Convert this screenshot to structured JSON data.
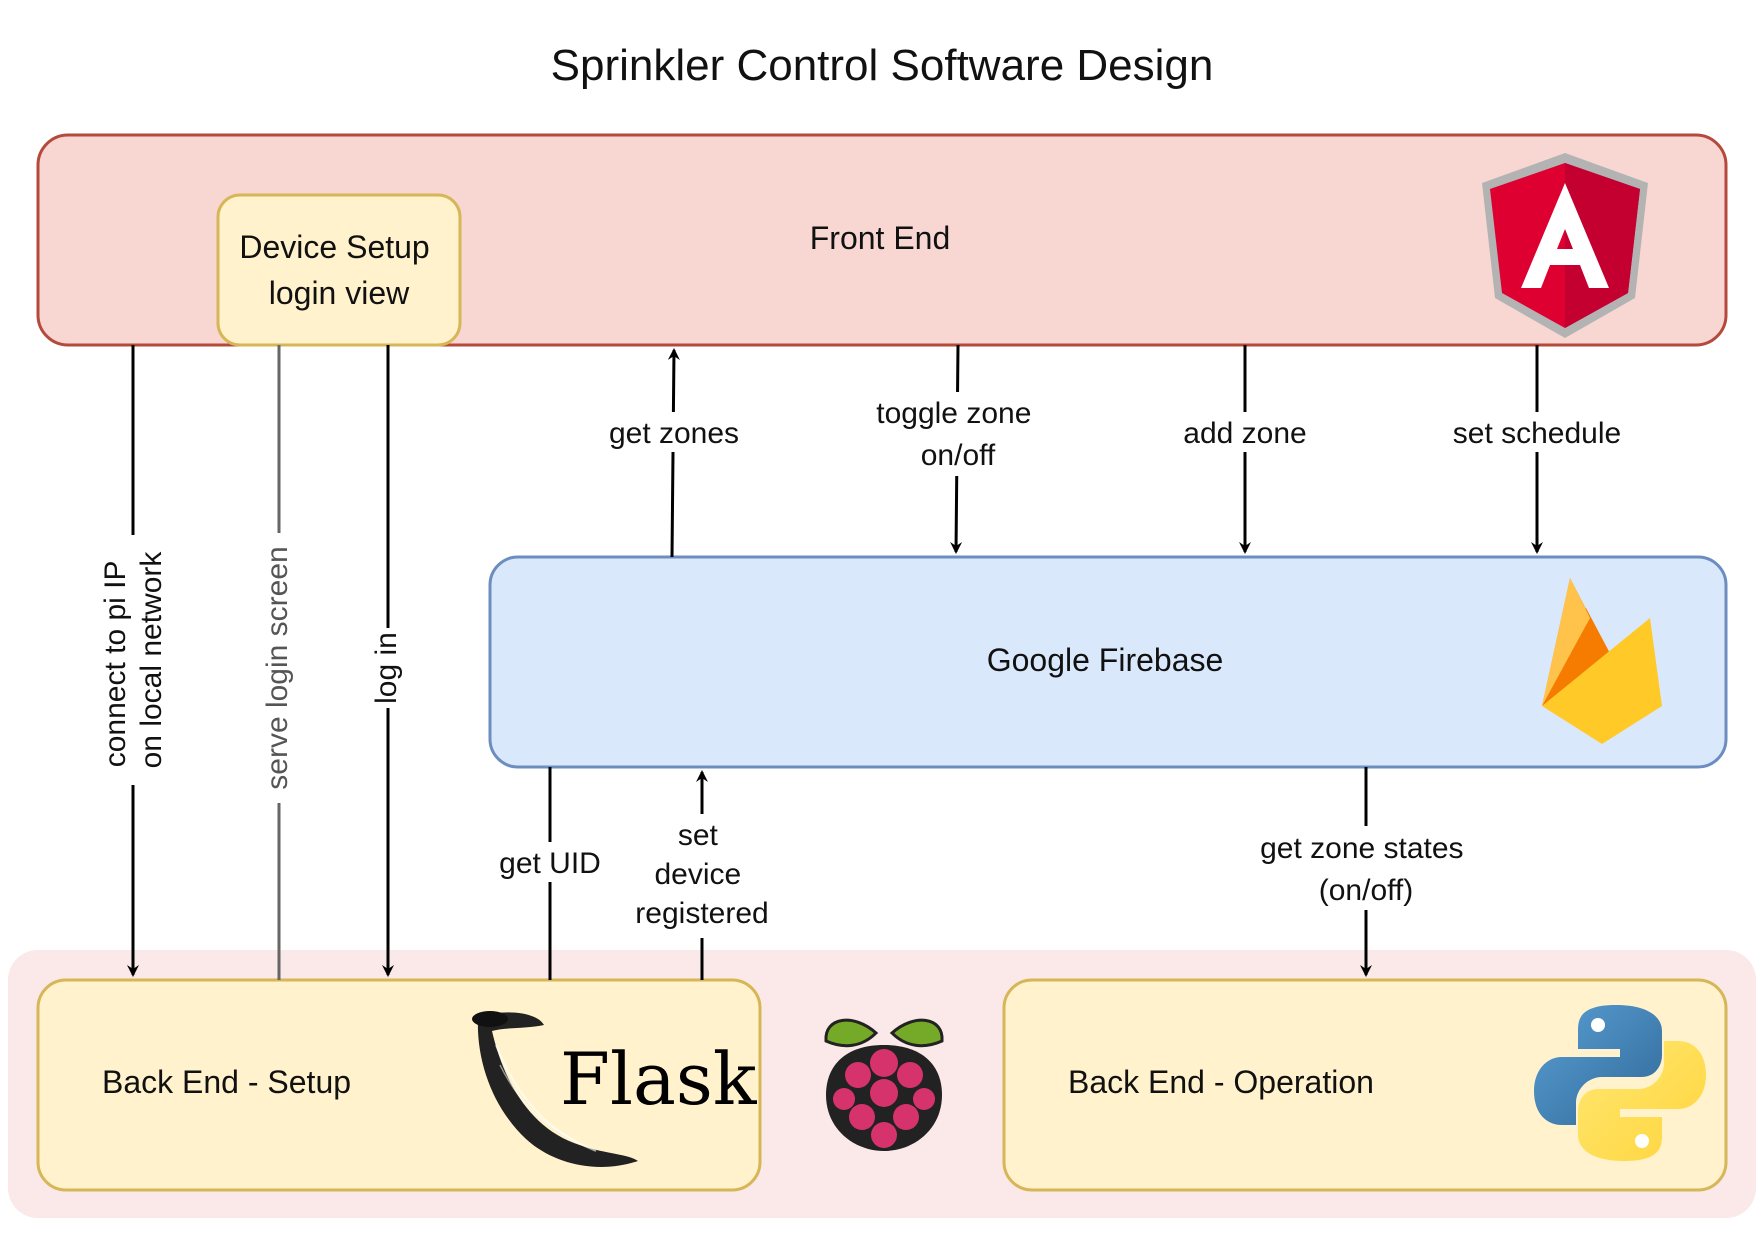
{
  "title": "Sprinkler Control Software Design",
  "boxes": {
    "front_end": "Front End",
    "device_setup": [
      "Device Setup",
      "login view"
    ],
    "firebase": "Google Firebase",
    "backend_setup": "Back End - Setup",
    "backend_operation": "Back End - Operation"
  },
  "logos": {
    "flask_word": "Flask",
    "angular_icon": "angular-icon",
    "firebase_icon": "firebase-icon",
    "raspberry_icon": "raspberry-pi-icon",
    "python_icon": "python-icon",
    "flask_icon": "flask-horn-icon"
  },
  "edges": {
    "connect_pi": [
      "connect to pi IP",
      "on local network"
    ],
    "serve_login": "serve login screen",
    "log_in": "log in",
    "get_zones": "get zones",
    "toggle_zone": [
      "toggle zone",
      "on/off"
    ],
    "add_zone": "add zone",
    "set_schedule": "set schedule",
    "get_uid": "get UID",
    "set_device": [
      "set",
      "device",
      "registered"
    ],
    "get_zone_states": [
      "get zone states",
      "(on/off)"
    ]
  },
  "colors": {
    "front_fill": "#f8d7d3",
    "front_stroke": "#b5493c",
    "setup_fill": "#fff2cc",
    "setup_stroke": "#d6b656",
    "firebase_fill": "#dae8fc",
    "firebase_stroke": "#6c8ebf",
    "pi_region": "#fbe8e8",
    "arrow": "#000000",
    "gray_arrow": "#666666"
  }
}
